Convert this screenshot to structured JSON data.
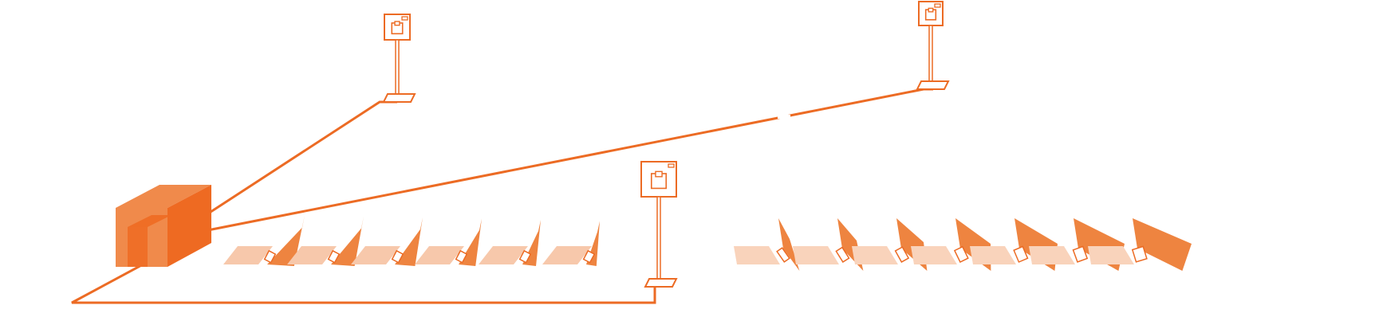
{
  "diagram": {
    "palette": {
      "accent": "#ee6a22",
      "accent_light": "#f08a4b",
      "panel": "#f7c8ab",
      "panel_light": "#f9d3bb",
      "wing": "#ee8440",
      "stroke": "#ec6b24",
      "background": "#ffffff"
    },
    "icons": {
      "hub": "cube-icon",
      "pole": "signpost-icon",
      "panel": "solar-panel-icon"
    },
    "left_panel_row": {
      "count": 6
    },
    "right_panel_row": {
      "count": 7
    },
    "poles": {
      "count": 3
    }
  }
}
